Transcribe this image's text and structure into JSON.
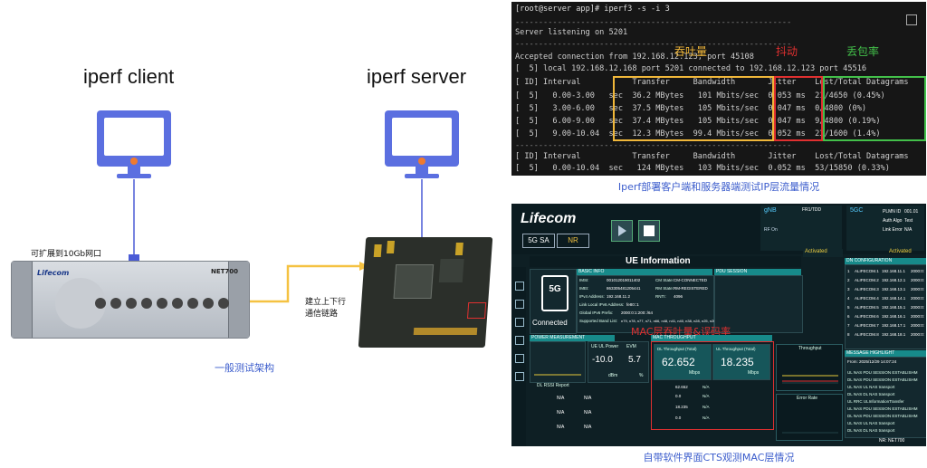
{
  "left": {
    "client_label": "iperf client",
    "server_label": "iperf server",
    "expand_note": "可扩展到10Gb网口",
    "link_note_line1": "建立上下行",
    "link_note_line2": "通信链路",
    "device_brand": "Lifecom",
    "device_model": "NET700",
    "caption": "一般测试架构"
  },
  "terminal": {
    "prompt_line": "[root@server app]# iperf3 -s -i 3",
    "dash": "-----------------------------------------------------------",
    "listening": "Server listening on 5201",
    "accepted": "Accepted connection from 192.168.12.123, port 45108",
    "local": "[  5] local 192.168.12.168 port 5201 connected to 192.168.12.123 port 45516",
    "header": "[ ID] Interval           Transfer     Bandwidth       Jitter    Lost/Total Datagrams",
    "rows": [
      "[  5]   0.00-3.00   sec  36.2 MBytes   101 Mbits/sec  0.053 ms  21/4650 (0.45%)",
      "[  5]   3.00-6.00   sec  37.5 MBytes   105 Mbits/sec  0.047 ms  0/4800 (0%)",
      "[  5]   6.00-9.00   sec  37.4 MBytes   105 Mbits/sec  0.047 ms  9/4800 (0.19%)",
      "[  5]   9.00-10.04  sec  12.3 MBytes  99.4 Mbits/sec  0.052 ms  23/1600 (1.4%)"
    ],
    "header2": "[ ID] Interval           Transfer     Bandwidth       Jitter    Lost/Total Datagrams",
    "summary": "[  5]   0.00-10.04  sec   124 MBytes   103 Mbits/sec  0.052 ms  53/15850 (0.33%)",
    "ann_throughput": "吞吐量",
    "ann_jitter": "抖动",
    "ann_loss": "丢包率",
    "caption": "Iperf部署客户端和服务器端测试IP层流量情况"
  },
  "app": {
    "brand": "Lifecom",
    "mode1": "5G SA",
    "mode2": "NR",
    "ue_title": "UE Information",
    "basic_info": "BASIC INFO",
    "pdu_session": "PDU SESSION",
    "imsi_label": "IMSI:",
    "imsi": "001012019011402",
    "imei_label": "IMEI:",
    "imei": "863305481205441",
    "ipv4_label": "IPv4 Address:",
    "ipv4": "192.168.11.2",
    "cm_state_label": "CM State:",
    "cm_state": "CM-CONNECTED",
    "rm_state_label": "RM State:",
    "rm_state": "RM-REGISTERED",
    "rnti_label": "RNTI:",
    "rnti": "4096",
    "link_local_label": "Link Local IPv6 Address:",
    "link_local": "fe80::1",
    "global_ipv6_label": "Global IPv6 Prefix:",
    "global_ipv6": "2000:0:1:200::/64",
    "band_label": "Supported Band List:",
    "band": "n79, n78, n77, n71, n66, n48, n41, n40, n38, n28, n25, n20, n12, n8, n5, n3, n2, n1",
    "connected": "Connected",
    "fiveg": "5G",
    "mac_overlay": "MAC层吞吐量&误码率",
    "power_measurement": "POWER MEASUREMENT",
    "mac_throughput": "MAC THROUGHPUT",
    "ue_ul_power_label": "UE UL Power",
    "ue_ul_power": "-10.0",
    "ue_ul_power_unit": "dBm",
    "evm_label": "EVM",
    "evm": "5.7",
    "evm_unit": "%",
    "dl_tput_label": "DL Throughput (Total)",
    "dl_tput": "62.652",
    "ul_tput_label": "UL Throughput (Total)",
    "ul_tput": "18.235",
    "mbps": "Mbps",
    "throughput_chart_title": "Throughput",
    "error_rate_title": "Error Rate",
    "dl_rsrp_report": "DL RSSI Report",
    "na": "N/A",
    "dl_cell_tput": "62.652",
    "ul_cell_tput": "18.235",
    "zero": "0.0",
    "gnb_title": "gNB",
    "sgc_title": "5GC",
    "fr1_tdd": "FR1/TDD",
    "rf_on": "RF On",
    "activated": "Activated",
    "dn_config": "DN CONFIGURATION",
    "message_highlight": "MESSAGE HIGHLIGHT",
    "plmn_label": "PLMN ID",
    "plmn": "001.01",
    "auth_algo_label": "Auth Algo",
    "auth_algo": "Test",
    "link_error_label": "Link Error",
    "link_error": "N/A",
    "dn_rows": [
      [
        "1",
        "ALIFECOM.1",
        "192.168.11.1",
        "2000:0:"
      ],
      [
        "2",
        "ALIFECOM.2",
        "192.168.12.1",
        "2000:0:"
      ],
      [
        "3",
        "ALIFECOM.3",
        "192.168.13.1",
        "2000:0:"
      ],
      [
        "4",
        "ALIFECOM.4",
        "192.168.14.1",
        "2000:0:"
      ],
      [
        "5",
        "ALIFECOM.5",
        "192.168.15.1",
        "2000:0:"
      ],
      [
        "6",
        "ALIFECOM.6",
        "192.168.16.1",
        "2000:0:"
      ],
      [
        "7",
        "ALIFECOM.7",
        "192.168.17.1",
        "2000:0:"
      ],
      [
        "8",
        "ALIFECOM.8",
        "192.168.18.1",
        "2000:0:"
      ]
    ],
    "msg_time": "From: 2025/12/29 14:07:24",
    "msg_rows": [
      "UL NAS PDU SESSION ESTABLISHM",
      "DL NAS PDU SESSION ESTABLISHM",
      "UL NAS UL NAS transport",
      "DL NAS DL NAS transport",
      "UL RRC ULInformationTransfer",
      "UL NAS PDU SESSION ESTABLISHM",
      "DL NAS PDU SESSION ESTABLISHM",
      "UL NAS UL NAS transport",
      "DL NAS DL NAS transport"
    ],
    "footer_nr": "NR: NET700",
    "caption": "自带软件界面CTS观测MAC层情况"
  }
}
